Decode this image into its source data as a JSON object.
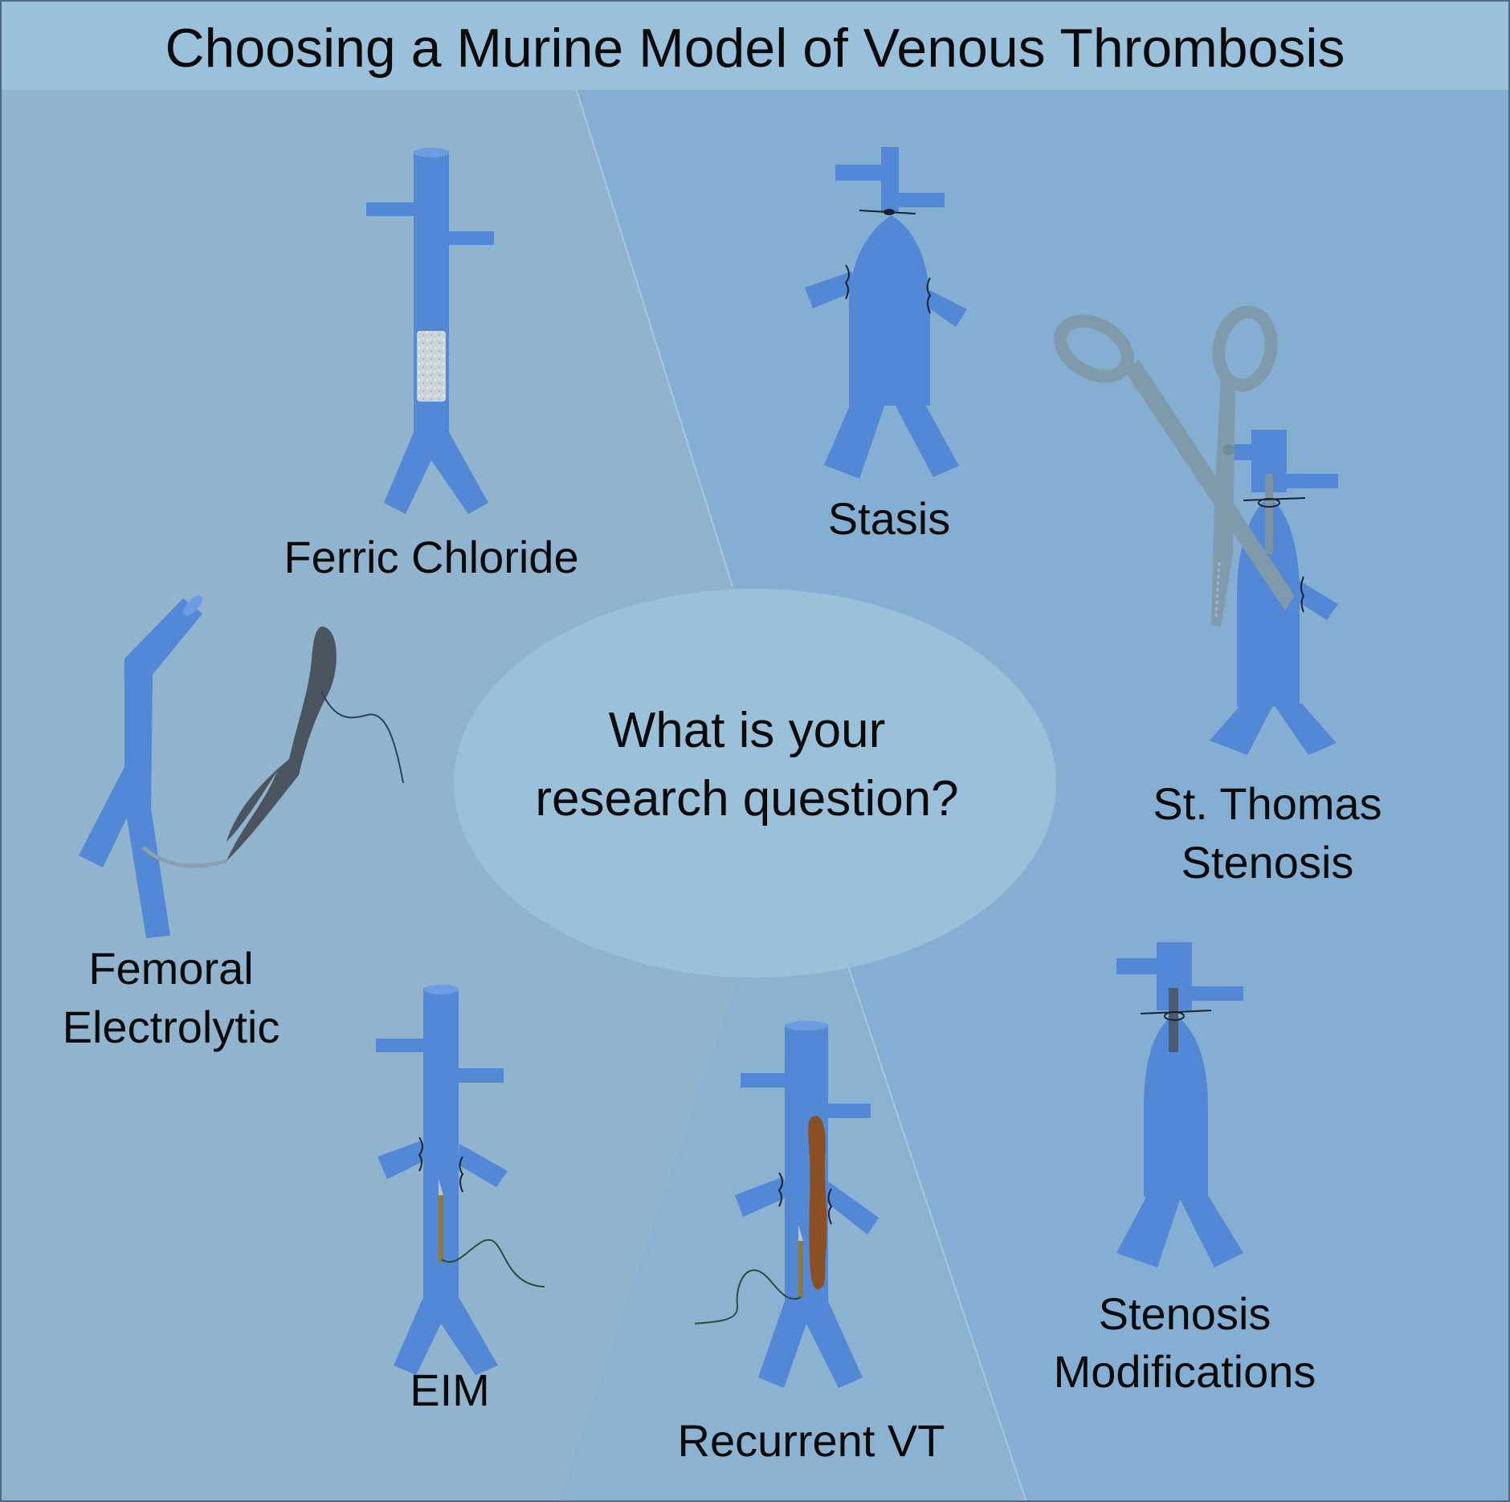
{
  "title": "Choosing a Murine Model of Venous Thrombosis",
  "center_question": [
    "What is your",
    "research question?"
  ],
  "models": {
    "ferric_chloride": [
      "Ferric Chloride"
    ],
    "stasis": [
      "Stasis"
    ],
    "st_thomas_stenosis": [
      "St. Thomas",
      "Stenosis"
    ],
    "femoral_electrolytic": [
      "Femoral",
      "Electrolytic"
    ],
    "eim": [
      "EIM"
    ],
    "recurrent_vt": [
      "Recurrent VT"
    ],
    "stenosis_modifications": [
      "Stenosis",
      "Modifications"
    ]
  },
  "colors": {
    "vessel": "#5388d6",
    "left_panel": "#90b4cd",
    "right_panel": "#85afd2",
    "title_band": "#99c1dc",
    "center_ellipse": "#9bc0da",
    "thrombus": "#8a4f22",
    "instrument": "#7f9aaa",
    "wire": "#3d6b50"
  },
  "icons": [
    "scissors-icon",
    "forceps-icon",
    "suture-icon",
    "needle-icon",
    "wire-icon",
    "ferric-patch-icon"
  ]
}
